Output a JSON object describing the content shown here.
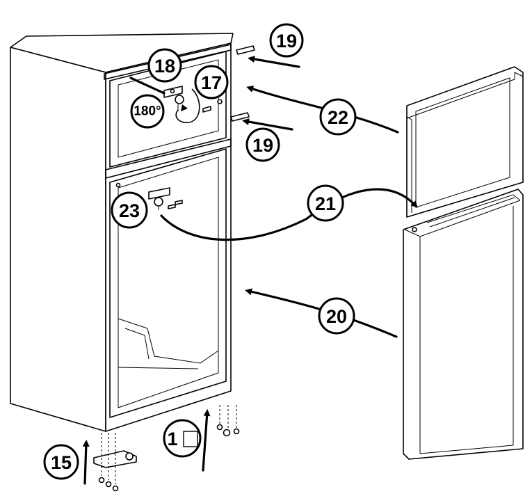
{
  "labels": {
    "step_15": "15",
    "step_1": "1",
    "step_17": "17",
    "step_18": "18",
    "step_19_top": "19",
    "step_19_bottom": "19",
    "step_20": "20",
    "step_21": "21",
    "step_22": "22",
    "step_23": "23",
    "rotation_angle": "180°"
  },
  "colors": {
    "line": "#000000",
    "background": "#ffffff"
  }
}
